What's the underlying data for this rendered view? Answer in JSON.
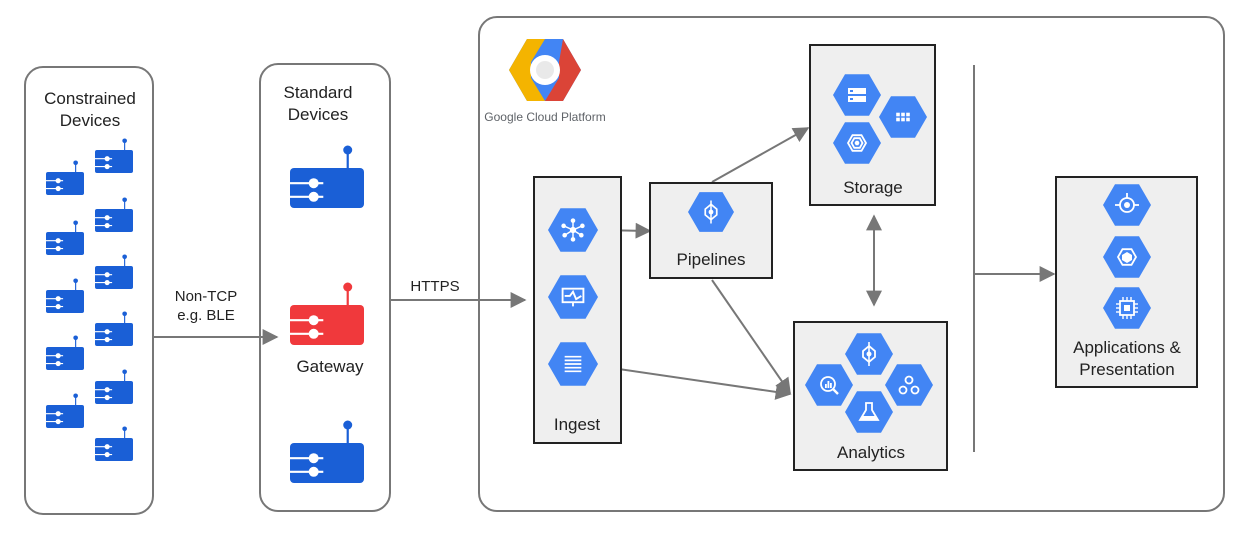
{
  "constrained": {
    "title_line1": "Constrained",
    "title_line2": "Devices"
  },
  "standard": {
    "title_line1": "Standard",
    "title_line2": "Devices",
    "gateway": "Gateway"
  },
  "links": {
    "nontcp_line1": "Non-TCP",
    "nontcp_line2": "e.g. BLE",
    "https": "HTTPS"
  },
  "platform": {
    "name": "Google Cloud Platform"
  },
  "stages": {
    "ingest": "Ingest",
    "pipelines": "Pipelines",
    "storage": "Storage",
    "analytics": "Analytics",
    "apps_line1": "Applications &",
    "apps_line2": "Presentation"
  },
  "colors": {
    "device_blue": "#1a5fd6",
    "gateway_red": "#f0393c",
    "gcp_hex": "#4285f4",
    "panel_gray": "#efefef",
    "arrow": "#777777",
    "gcp_logo_red": "#db4437",
    "gcp_logo_yellow": "#f4b400",
    "gcp_logo_blue": "#4285f4"
  },
  "icons": {
    "ingest": [
      "pubsub-icon",
      "monitoring-icon",
      "logging-icon"
    ],
    "pipelines": [
      "dataflow-icon"
    ],
    "storage": [
      "cloud-storage-icon",
      "datastore-icon",
      "bigtable-icon"
    ],
    "analytics": [
      "dataflow-icon",
      "bigquery-icon",
      "dataproc-icon",
      "datalab-icon"
    ],
    "apps": [
      "app-engine-icon",
      "container-engine-icon",
      "compute-engine-icon"
    ]
  }
}
